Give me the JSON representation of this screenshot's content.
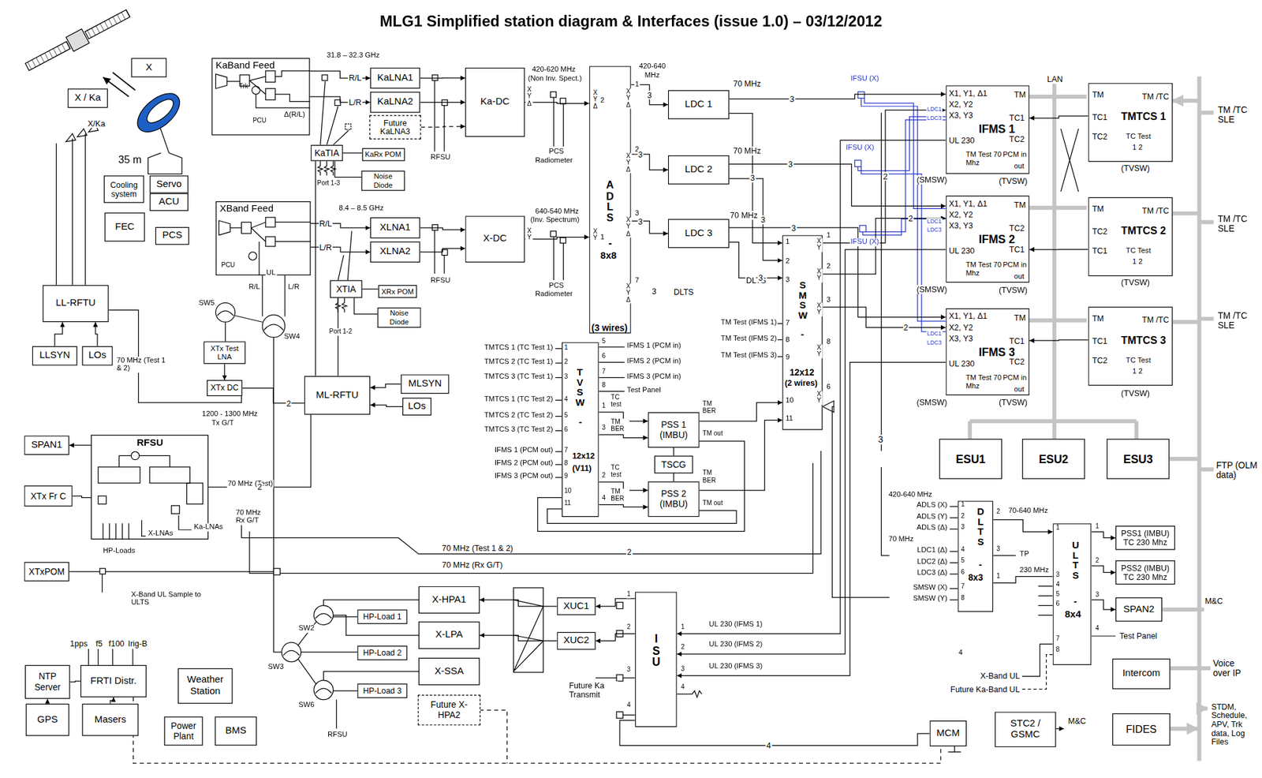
{
  "diagram": {
    "title": "MLG1 Simplified station diagram & Interfaces (issue 1.0) – 03/12/2012",
    "nodes": [
      {
        "text": [
          "KaBand Feed",
          "Trk",
          "PCU"
        ]
      },
      {
        "text": [
          "XBand Feed",
          "PCU"
        ]
      },
      {
        "text": [
          "KaLNA1"
        ]
      },
      {
        "text": [
          "KaLNA2"
        ]
      },
      {
        "text": [
          "Future KaLNA3"
        ]
      },
      {
        "text": [
          "Ka-DC"
        ]
      },
      {
        "text": [
          "KaTIA"
        ]
      },
      {
        "text": [
          "KaRx POM"
        ]
      },
      {
        "text": [
          "Noise Diode"
        ]
      },
      {
        "text": [
          "XLNA1"
        ]
      },
      {
        "text": [
          "XLNA2"
        ]
      },
      {
        "text": [
          "X-DC"
        ]
      },
      {
        "text": [
          "XTIA"
        ]
      },
      {
        "text": [
          "XRx POM"
        ]
      },
      {
        "text": [
          "Noise Diode"
        ]
      },
      {
        "text": [
          "ADLS",
          "-",
          "8x8",
          "(3 wires)"
        ]
      },
      {
        "text": [
          "LDC 1"
        ]
      },
      {
        "text": [
          "LDC 2"
        ]
      },
      {
        "text": [
          "LDC 3"
        ]
      },
      {
        "text": [
          "SMSW",
          "-",
          "12x12",
          "(2 wires)"
        ]
      },
      {
        "text": [
          "IFMS 1",
          "X1, Y1, Δ1",
          "X2, Y2",
          "X3, Y3",
          "UL 230",
          "TM",
          "TC1",
          "TC2",
          "TM Test 70 Mhz",
          "PCM in",
          "out"
        ]
      },
      {
        "text": [
          "IFMS 2",
          "X1, Y1, Δ1",
          "X2, Y2",
          "X3, Y3",
          "UL 230",
          "TM",
          "TC2",
          "TC1",
          "TM Test 70 Mhz",
          "PCM in",
          "out"
        ]
      },
      {
        "text": [
          "IFMS 3",
          "X1, Y1, Δ1",
          "X2, Y2",
          "X3, Y3",
          "UL 230",
          "TM",
          "TC1",
          "TC2",
          "TM Test 70 Mhz",
          "PCM in",
          "out"
        ]
      },
      {
        "text": [
          "TMTCS 1",
          "TM",
          "TM /TC",
          "TC1",
          "TC2",
          "TC Test",
          "1 2"
        ]
      },
      {
        "text": [
          "TMTCS 2",
          "TM",
          "TM /TC",
          "TC2",
          "TC1",
          "TC Test",
          "1 2"
        ]
      },
      {
        "text": [
          "TMTCS 3",
          "TM",
          "TM /TC",
          "TC1",
          "TC2",
          "TC Test",
          "1 2"
        ]
      },
      {
        "text": [
          "ESU1"
        ]
      },
      {
        "text": [
          "ESU2"
        ]
      },
      {
        "text": [
          "ESU3"
        ]
      },
      {
        "text": [
          "DLTS",
          "-",
          "8x3"
        ]
      },
      {
        "text": [
          "ULTS",
          "-",
          "8x4"
        ]
      },
      {
        "text": [
          "PSS1 (IMBU)",
          "TC 230 Mhz"
        ]
      },
      {
        "text": [
          "PSS2 (IMBU)",
          "TC 230 Mhz"
        ]
      },
      {
        "text": [
          "SPAN2"
        ]
      },
      {
        "text": [
          "Intercom"
        ]
      },
      {
        "text": [
          "STC2 / GSMC"
        ]
      },
      {
        "text": [
          "MCM"
        ]
      },
      {
        "text": [
          "FIDES"
        ]
      },
      {
        "text": [
          "TVSW",
          "-",
          "12x12",
          "(V11)"
        ]
      },
      {
        "text": [
          "PSS 1 (IMBU)"
        ]
      },
      {
        "text": [
          "TSCG"
        ]
      },
      {
        "text": [
          "PSS 2 (IMBU)"
        ]
      },
      {
        "text": [
          "ISU"
        ]
      },
      {
        "text": [
          "XUC1"
        ]
      },
      {
        "text": [
          "XUC2"
        ]
      },
      {
        "text": [
          "X-HPA1"
        ]
      },
      {
        "text": [
          "X-LPA"
        ]
      },
      {
        "text": [
          "X-SSA"
        ]
      },
      {
        "text": [
          "Future X-HPA2"
        ]
      },
      {
        "text": [
          "HP-Load 1"
        ]
      },
      {
        "text": [
          "HP-Load 2"
        ]
      },
      {
        "text": [
          "HP-Load 3"
        ]
      },
      {
        "text": [
          "ML-RFTU"
        ]
      },
      {
        "text": [
          "MLSYN"
        ]
      },
      {
        "text": [
          "LOs"
        ]
      },
      {
        "text": [
          "RFSU"
        ]
      },
      {
        "text": [
          "SPAN1"
        ]
      },
      {
        "text": [
          "XTx Fr C"
        ]
      },
      {
        "text": [
          "XTxPOM"
        ]
      },
      {
        "text": [
          "XTx Test LNA"
        ]
      },
      {
        "text": [
          "XTx DC"
        ]
      },
      {
        "text": [
          "LL-RFTU"
        ]
      },
      {
        "text": [
          "LLSYN"
        ]
      },
      {
        "text": [
          "LOs"
        ]
      },
      {
        "text": [
          "FEC"
        ]
      },
      {
        "text": [
          "Cooling system"
        ]
      },
      {
        "text": [
          "Servo"
        ]
      },
      {
        "text": [
          "ACU"
        ]
      },
      {
        "text": [
          "PCS"
        ]
      },
      {
        "text": [
          "NTP Server"
        ]
      },
      {
        "text": [
          "FRTI Distr."
        ]
      },
      {
        "text": [
          "GPS"
        ]
      },
      {
        "text": [
          "Masers"
        ]
      },
      {
        "text": [
          "Weather Station"
        ]
      },
      {
        "text": [
          "Power Plant"
        ]
      },
      {
        "text": [
          "BMS"
        ]
      },
      {
        "text": [
          "X"
        ]
      },
      {
        "text": [
          "X / Ka"
        ]
      }
    ],
    "edges": [
      {
        "from": 0,
        "to": 2,
        "arrow": "to",
        "label": "R/L"
      },
      {
        "from": 0,
        "to": 3,
        "arrow": "to",
        "label": "L/R"
      },
      {
        "from": 2,
        "to": 5,
        "arrow": "to"
      },
      {
        "from": 3,
        "to": 5,
        "arrow": "to"
      },
      {
        "from": 4,
        "to": 5,
        "arrow": "to"
      },
      {
        "from": 5,
        "to": 15,
        "arrow": "to"
      },
      {
        "from": 1,
        "to": 9,
        "arrow": "to",
        "label": "R/L"
      },
      {
        "from": 1,
        "to": 10,
        "arrow": "to",
        "label": "L/R"
      },
      {
        "from": 9,
        "to": 11,
        "arrow": "to"
      },
      {
        "from": 10,
        "to": 11,
        "arrow": "to"
      },
      {
        "from": 11,
        "to": 15,
        "arrow": "to"
      },
      {
        "from": 15,
        "to": 16,
        "arrow": "to",
        "label": "3"
      },
      {
        "from": 15,
        "to": 17,
        "arrow": "to",
        "label": "3"
      },
      {
        "from": 15,
        "to": 18,
        "arrow": "to",
        "label": "3"
      },
      {
        "from": 16,
        "to": 20,
        "arrow": "to",
        "label": "3"
      },
      {
        "from": 17,
        "to": 21,
        "arrow": "to",
        "label": "3"
      },
      {
        "from": 18,
        "to": 22,
        "arrow": "to",
        "label": "3"
      },
      {
        "from": 16,
        "to": 19,
        "arrow": "to",
        "label": "3"
      },
      {
        "from": 17,
        "to": 19,
        "arrow": "to",
        "label": "3"
      },
      {
        "from": 18,
        "to": 19,
        "arrow": "to",
        "label": "3"
      },
      {
        "from": 19,
        "to": 20,
        "arrow": "to",
        "label": "2"
      },
      {
        "from": 19,
        "to": 21,
        "arrow": "to",
        "label": "2"
      },
      {
        "from": 19,
        "to": 22,
        "arrow": "to",
        "label": "2"
      },
      {
        "from": 23,
        "to": 20,
        "arrow": "to"
      },
      {
        "from": 24,
        "to": 21,
        "arrow": "to"
      },
      {
        "from": 25,
        "to": 22,
        "arrow": "to"
      },
      {
        "from": 38,
        "to": 39,
        "arrow": "to"
      },
      {
        "from": 38,
        "to": 39,
        "arrow": "to"
      },
      {
        "from": 38,
        "to": 41,
        "arrow": "to"
      },
      {
        "from": 38,
        "to": 41,
        "arrow": "to"
      },
      {
        "from": 39,
        "to": 19,
        "arrow": "to"
      },
      {
        "from": 41,
        "to": 19,
        "arrow": "to"
      },
      {
        "from": 40,
        "to": 39,
        "arrow": "none"
      },
      {
        "from": 40,
        "to": 41,
        "arrow": "none"
      },
      {
        "from": 20,
        "to": 42,
        "arrow": "to"
      },
      {
        "from": 21,
        "to": 42,
        "arrow": "to"
      },
      {
        "from": 22,
        "to": 42,
        "arrow": "to"
      },
      {
        "from": 42,
        "to": 43,
        "arrow": "to"
      },
      {
        "from": 42,
        "to": 44,
        "arrow": "to"
      },
      {
        "from": 43,
        "to": 45,
        "arrow": "to"
      },
      {
        "from": 44,
        "to": 46,
        "arrow": "to"
      },
      {
        "from": 53,
        "to": 52,
        "arrow": "to"
      },
      {
        "from": 54,
        "to": 52,
        "arrow": "to"
      },
      {
        "from": 62,
        "to": 61,
        "arrow": "to"
      },
      {
        "from": 63,
        "to": 61,
        "arrow": "to"
      },
      {
        "from": 59,
        "to": 60,
        "arrow": "to"
      },
      {
        "from": 60,
        "to": 52,
        "arrow": "none",
        "label": "2"
      },
      {
        "from": 52,
        "to": 55,
        "arrow": "none",
        "label": "2"
      },
      {
        "from": 55,
        "to": 56,
        "arrow": "to"
      },
      {
        "from": 57,
        "to": 55,
        "arrow": "none"
      },
      {
        "from": 29,
        "to": 30,
        "arrow": "to"
      },
      {
        "from": 30,
        "to": 31,
        "arrow": "to"
      },
      {
        "from": 30,
        "to": 32,
        "arrow": "to"
      },
      {
        "from": 30,
        "to": 33,
        "arrow": "to"
      },
      {
        "from": 72,
        "to": 70,
        "arrow": "to"
      },
      {
        "from": 69,
        "to": 70,
        "arrow": "none"
      },
      {
        "from": 70,
        "to": 36,
        "arrow": "none"
      },
      {
        "from": 42,
        "to": 36,
        "arrow": "none",
        "label": "4"
      }
    ],
    "labels": [
      "31.8 – 32.3 GHz",
      "Δ(R/L)",
      "Port 1-3",
      "RFSU",
      "420-620 MHz",
      "(Non Inv. Spect.)",
      "PCS",
      "Radiometer",
      "420-640",
      "MHz",
      "8.4 – 8.5 GHz",
      "Port 1-2",
      "RFSU",
      "640-540 MHz",
      "(Inv. Spectrum)",
      "PCS",
      "Radiometer",
      "X Y Δ",
      "X Y",
      "X Y Δ",
      "2",
      "X Y",
      "1",
      "1",
      "X Y Δ",
      "2",
      "X Y Δ",
      "3",
      "X Y Δ",
      "7",
      "X Y Δ",
      "3",
      "DLTS",
      "70 MHz",
      "70 MHz",
      "70 MHz",
      "DLTS",
      "LAN",
      "IFSU (X)",
      "IFSU (X)",
      "IFSU (X)",
      "LDC1",
      "LDC3",
      "LDC1",
      "LDC3",
      "LDC1",
      "LDC3",
      "(SMSW)",
      "(SMSW)",
      "(SMSW)",
      "(TVSW)",
      "(TVSW)",
      "(TVSW)",
      "(TVSW)",
      "(TVSW)",
      "(TVSW)",
      "TM /TC SLE",
      "TM /TC SLE",
      "TM /TC SLE",
      "FTP (OLM data)",
      "M&C",
      "Voice over IP",
      "STDM, Schedule, APV, Trk data, Log Files",
      "M&C",
      "1",
      "2",
      "3",
      "7",
      "8",
      "9",
      "10",
      "11",
      "X Y",
      "1",
      "X Y",
      "2",
      "X Y",
      "3",
      "X Y",
      "8",
      "X Y",
      "6",
      "TM Test (IFMS 1)",
      "TM Test (IFMS 2)",
      "TM Test (IFMS 3)",
      "TMTCS 1 (TC Test 1)",
      "TMTCS 2 (TC Test 1)",
      "TMTCS 3 (TC Test 1)",
      "TMTCS 1 (TC Test 2)",
      "TMTCS 2 (TC Test 2)",
      "TMTCS 3 (TC Test 2)",
      "IFMS 1 (PCM out)",
      "IFMS 2 (PCM out)",
      "IFMS 3 (PCM out)",
      "1",
      "2",
      "3",
      "4",
      "5",
      "6",
      "7",
      "8",
      "9",
      "10",
      "11",
      "5",
      "6",
      "7",
      "8",
      "1",
      "3",
      "2",
      "4",
      "IFMS 1 (PCM in)",
      "IFMS 2 (PCM in)",
      "IFMS 3 (PCM in)",
      "Test Panel",
      "TC test",
      "TM BER",
      "TC test",
      "TM BER",
      "TM BER",
      "TM out",
      "TM BER",
      "TM out",
      "420-640 MHz",
      "ADLS (X)",
      "ADLS (Y)",
      "ADLS (Δ)",
      "70 MHz",
      "LDC1 (Δ)",
      "LDC2 (Δ)",
      "LDC3 (Δ)",
      "SMSW (X)",
      "SMSW (Y)",
      "1",
      "2",
      "3",
      "4",
      "5",
      "6",
      "7",
      "8",
      "2",
      "70-640 MHz",
      "3",
      "TP",
      "1",
      "230 MHz",
      "1",
      "3",
      "4",
      "5",
      "6",
      "7",
      "8",
      "1",
      "2",
      "3",
      "4",
      "Test Panel",
      "X-Band UL",
      "Future Ka-Band UL",
      "1",
      "2",
      "3",
      "UL 230 (IFMS 1)",
      "UL 230 (IFMS 2)",
      "UL 230 (IFMS 3)",
      "4",
      "1",
      "2",
      "3",
      "4",
      "Future Ka Transmit",
      "4",
      "35 m",
      "SW5",
      "SW4",
      "R/L",
      "L/R",
      "UL",
      "70 MHz (Test 1 & 2)",
      "1200 - 1300 MHz",
      "Tx G/T",
      "70 MHz (Test)",
      "70 MHz Rx G/T",
      "X-LNAs",
      "Ka-LNAs",
      "HP-Loads",
      "X-Band UL Sample to ULTS",
      "70 MHz (Test 1 & 2)",
      "70 MHz (Rx G/T)",
      "SW2",
      "SW3",
      "SW6",
      "RFSU",
      "1pps",
      "f5",
      "f100",
      "Irig-B",
      "X/Ka",
      "3",
      "2"
    ]
  }
}
